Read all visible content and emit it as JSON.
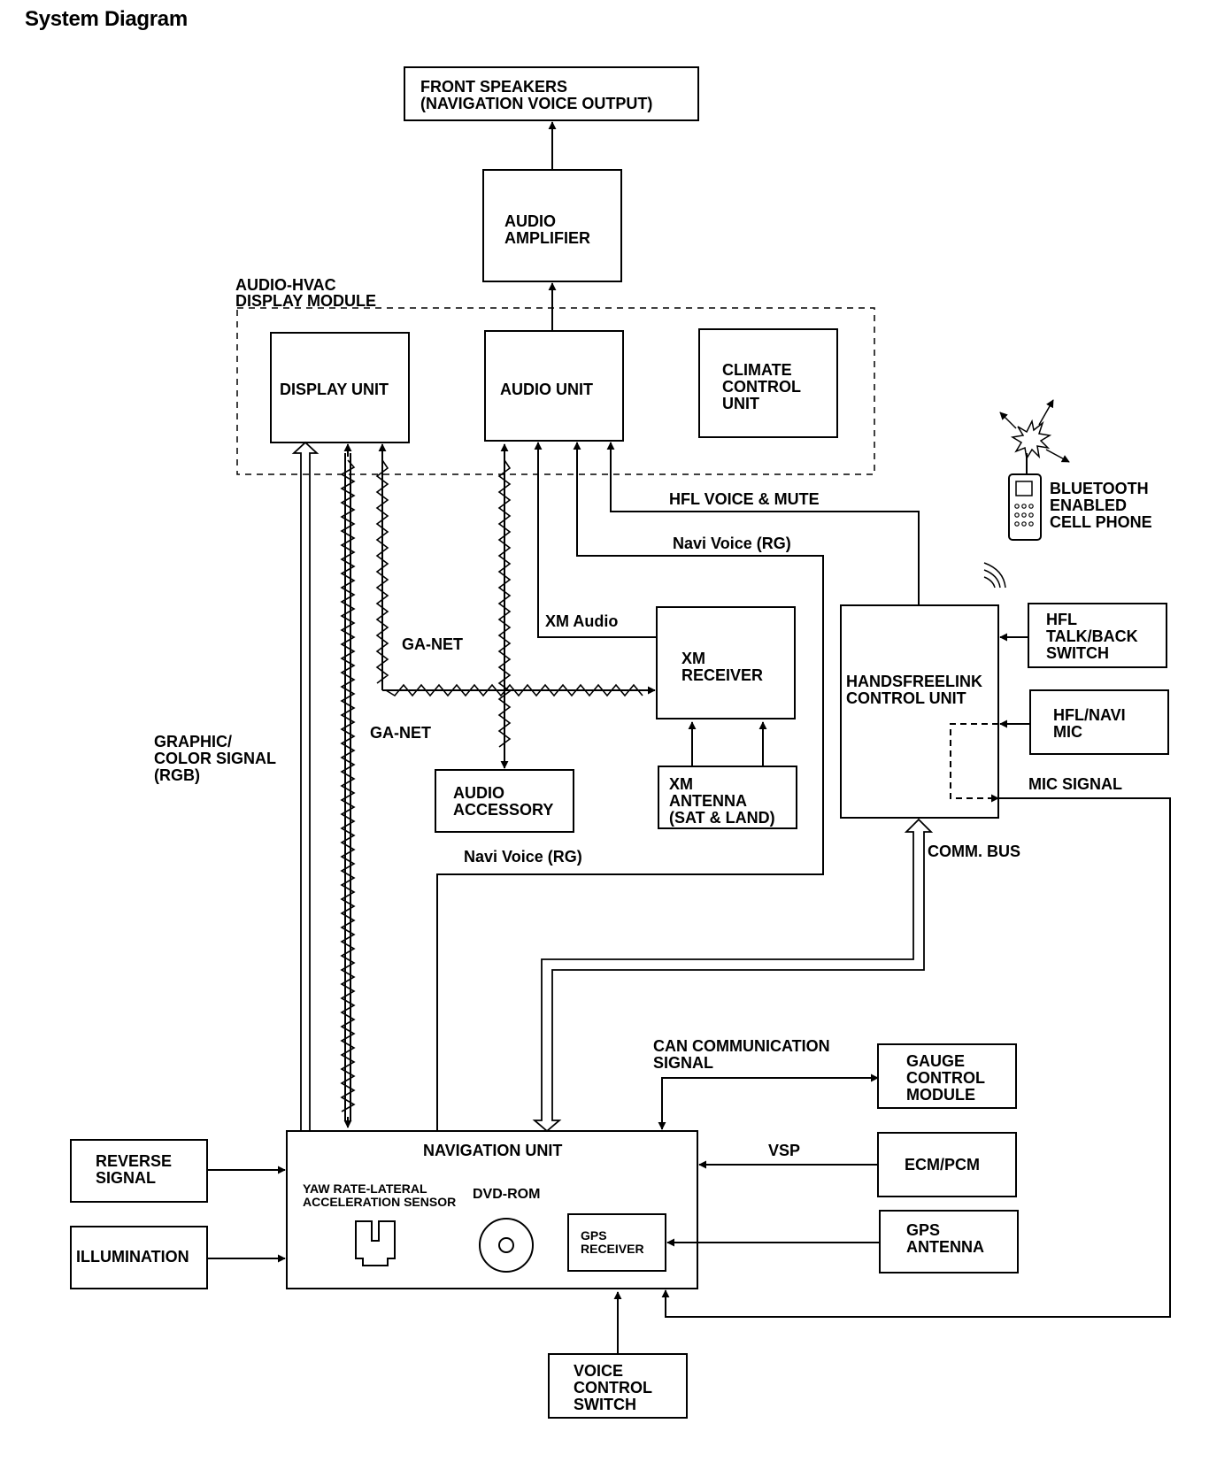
{
  "title": "System Diagram",
  "boxes": {
    "front_speakers": [
      "FRONT SPEAKERS",
      "(NAVIGATION VOICE OUTPUT)"
    ],
    "audio_amplifier": [
      "AUDIO",
      "AMPLIFIER"
    ],
    "display_unit": [
      "DISPLAY UNIT"
    ],
    "audio_unit": [
      "AUDIO UNIT"
    ],
    "climate_control_unit": [
      "CLIMATE",
      "CONTROL",
      "UNIT"
    ],
    "xm_receiver": [
      "XM",
      "RECEIVER"
    ],
    "xm_antenna": [
      "XM",
      "ANTENNA",
      "(SAT & LAND)"
    ],
    "audio_accessory": [
      "AUDIO",
      "ACCESSORY"
    ],
    "handsfreelink": [
      "HANDSFREELINK",
      "CONTROL UNIT"
    ],
    "hfl_talk_back": [
      "HFL",
      "TALK/BACK",
      "SWITCH"
    ],
    "hfl_navi_mic": [
      "HFL/NAVI",
      "MIC"
    ],
    "bluetooth_phone": [
      "BLUETOOTH",
      "ENABLED",
      "CELL PHONE"
    ],
    "gauge_control_module": [
      "GAUGE",
      "CONTROL",
      "MODULE"
    ],
    "ecm_pcm": [
      "ECM/PCM"
    ],
    "gps_antenna": [
      "GPS",
      "ANTENNA"
    ],
    "navigation_unit": [
      "NAVIGATION UNIT"
    ],
    "yaw_sensor": [
      "YAW RATE-LATERAL",
      "ACCELERATION SENSOR"
    ],
    "dvd_rom": [
      "DVD-ROM"
    ],
    "gps_receiver": [
      "GPS",
      "RECEIVER"
    ],
    "reverse_signal": [
      "REVERSE",
      "SIGNAL"
    ],
    "illumination": [
      "ILLUMINATION"
    ],
    "voice_control_switch": [
      "VOICE",
      "CONTROL",
      "SWITCH"
    ]
  },
  "group_label": [
    "AUDIO-HVAC",
    "DISPLAY MODULE"
  ],
  "signals": {
    "hfl_voice_mute": "HFL VOICE & MUTE",
    "navi_voice_top": "Navi Voice (RG)",
    "navi_voice_bottom": "Navi Voice (RG)",
    "xm_audio": "XM Audio",
    "ga_net_1": "GA-NET",
    "ga_net_2": "GA-NET",
    "graphic_color": [
      "GRAPHIC/",
      "COLOR SIGNAL",
      "(RGB)"
    ],
    "mic_signal": "MIC SIGNAL",
    "comm_bus": "COMM. BUS",
    "can_comm": [
      "CAN COMMUNICATION",
      "SIGNAL"
    ],
    "vsp": "VSP"
  }
}
